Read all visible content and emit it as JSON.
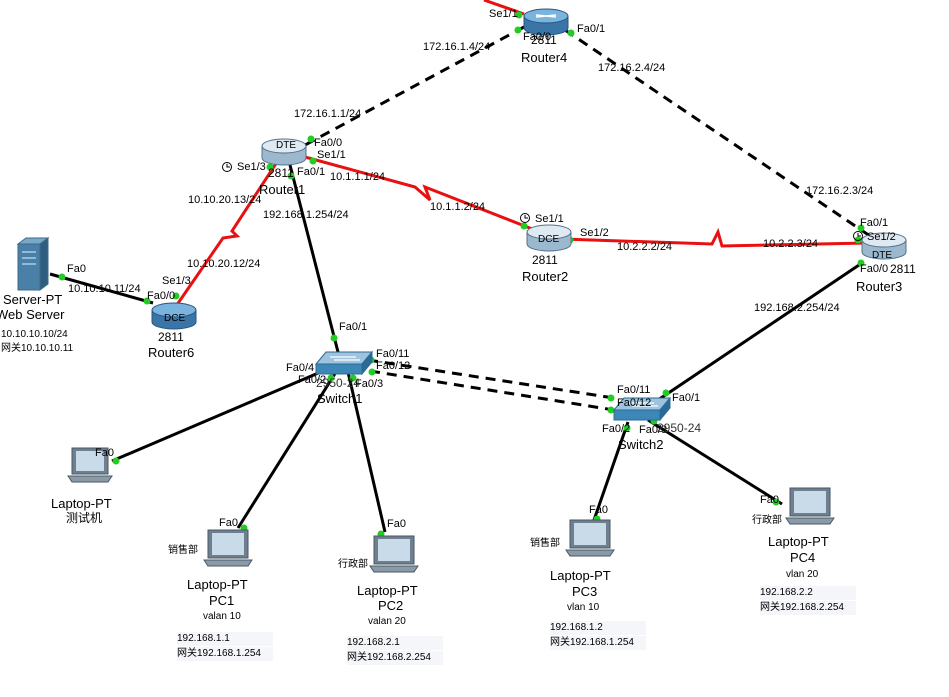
{
  "devices": {
    "router4": {
      "model": "2811",
      "name": "Router4"
    },
    "router1": {
      "model": "2811",
      "name": "Router1",
      "badge": "DTE"
    },
    "router2": {
      "model": "2811",
      "name": "Router2",
      "badge": "DCE"
    },
    "router3": {
      "model": "2811",
      "name": "Router3",
      "badge": "DTE"
    },
    "router6": {
      "model": "2811",
      "name": "Router6",
      "badge": "DCE"
    },
    "switch1": {
      "model": "2950-24",
      "name": "Switch1"
    },
    "switch2": {
      "model": "2950-24",
      "name": "Switch2"
    },
    "server": {
      "model": "Server-PT",
      "name": "Web Server",
      "ip": "10.10.10.10/24",
      "gateway": "网关10.10.10.11"
    },
    "tester": {
      "model": "Laptop-PT",
      "name": "测试机"
    },
    "pc1": {
      "model": "Laptop-PT",
      "name": "PC1",
      "dept": "销售部",
      "vlan": "valan 10",
      "ip": "192.168.1.1",
      "gateway": "网关192.168.1.254"
    },
    "pc2": {
      "model": "Laptop-PT",
      "name": "PC2",
      "dept": "行政部",
      "vlan": "valan 20",
      "ip": "192.168.2.1",
      "gateway": "网关192.168.2.254"
    },
    "pc3": {
      "model": "Laptop-PT",
      "name": "PC3",
      "dept": "销售部",
      "vlan": "vlan 10",
      "ip": "192.168.1.2",
      "gateway": "网关192.168.1.254"
    },
    "pc4": {
      "model": "Laptop-PT",
      "name": "PC4",
      "dept": "行政部",
      "vlan": "vlan 20",
      "ip": "192.168.2.2",
      "gateway": "网关192.168.2.254"
    }
  },
  "ports": {
    "r4_se11": "Se1/1",
    "r4_fa00": "Fa0/0",
    "r4_fa01": "Fa0/1",
    "r1_fa00": "Fa0/0",
    "r1_se11": "Se1/1",
    "r1_se13": "Se1/3",
    "r1_fa01": "Fa0/1",
    "r2_se11": "Se1/1",
    "r2_se12": "Se1/2",
    "r3_fa01": "Fa0/1",
    "r3_se12": "Se1/2",
    "r3_fa00": "Fa0/0",
    "r6_se13": "Se1/3",
    "r6_fa00": "Fa0/0",
    "srv_fa0": "Fa0",
    "sw1_fa01": "Fa0/1",
    "sw1_fa011": "Fa0/11",
    "sw1_fa012": "Fa0/12",
    "sw1_fa04": "Fa0/4",
    "sw1_fa02": "Fa0/2",
    "sw1_fa03": "Fa0/3",
    "sw2_fa011": "Fa0/11",
    "sw2_fa012": "Fa0/12",
    "sw2_fa01": "Fa0/1",
    "sw2_fa02": "Fa0/2",
    "sw2_fa03": "Fa0/3",
    "tester_fa0": "Fa0",
    "pc1_fa0": "Fa0",
    "pc2_fa0": "Fa0",
    "pc3_fa0": "Fa0",
    "pc4_fa0": "Fa0"
  },
  "addresses": {
    "r4_fa00": "172.16.1.4/24",
    "r4_fa01": "172.16.2.4/24",
    "r1_fa00": "172.16.1.1/24",
    "r1_se11": "10.1.1.1/24",
    "r1_se13": "10.10.20.13/24",
    "r1_fa01": "192.168.1.254/24",
    "r2_se11": "10.1.1.2/24",
    "r2_se12": "10.2.2.2/24",
    "r3_fa01": "172.16.2.3/24",
    "r3_se12": "10.2.2.3/24",
    "r3_fa00": "192.168.2.254/24",
    "r6_se13": "10.10.20.12/24",
    "r6_fa00": "10.10.10.11/24"
  },
  "colors": {
    "ethernet": "#000000",
    "serial": "#e81010",
    "crossover": "#000000",
    "port_up": "#22cc22",
    "router_body": "#4f8fc0",
    "switch_body": "#4a8fb8"
  }
}
